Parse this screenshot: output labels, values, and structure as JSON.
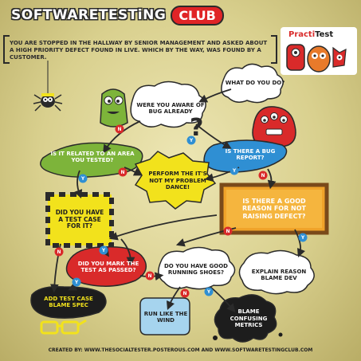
{
  "header": {
    "title_main": "SOFTWARETESTiNG",
    "title_club": "CLUB",
    "intro_text": "YOU ARE STOPPED IN THE HALLWAY BY SENIOR MANAGEMENT AND ASKED ABOUT A HIGH PRIORITY DEFECT FOUND IN LIVE. WHICH BY THE WAY, WAS FOUND BY A CUSTOMER.",
    "logo_prefix": "Practi",
    "logo_suffix": "Test"
  },
  "nodes": {
    "what_do_you_do": "WHAT DO YOU DO?",
    "aware_of_bug": "WERE YOU AWARE OF BUG ALREADY",
    "related_to_area": "IS IT RELATED TO AN AREA YOU TESTED?",
    "bug_report": "IS THERE A BUG REPORT?",
    "not_my_problem": "PERFORM THE IT'S NOT MY PROBLEM DANCE!",
    "test_case": "DID YOU HAVE A TEST CASE FOR IT?",
    "good_reason": "IS THERE A GOOD REASON FOR NOT RAISING DEFECT?",
    "mark_passed": "DID YOU MARK THE TEST AS PASSED?",
    "running_shoes": "DO YOU HAVE GOOD RUNNING SHOES?",
    "explain_reason": "EXPLAIN REASON BLAME DEV",
    "add_test_case": "ADD TEST CASE BLAME SPEC",
    "run_like_wind": "RUN LIKE THE WIND",
    "blame_metrics": "BLAME CONFUSING METRICS"
  },
  "labels": {
    "yes": "Y",
    "no": "N"
  },
  "footer": {
    "credit": "CREATED BY: www.thesocialtester.posterous.com AND www.softwaretestingclub.com"
  },
  "colors": {
    "green": "#7db43a",
    "blue": "#2f8fd3",
    "yellow": "#f2e21c",
    "red": "#d92a2a",
    "black": "#2a2a2a"
  }
}
